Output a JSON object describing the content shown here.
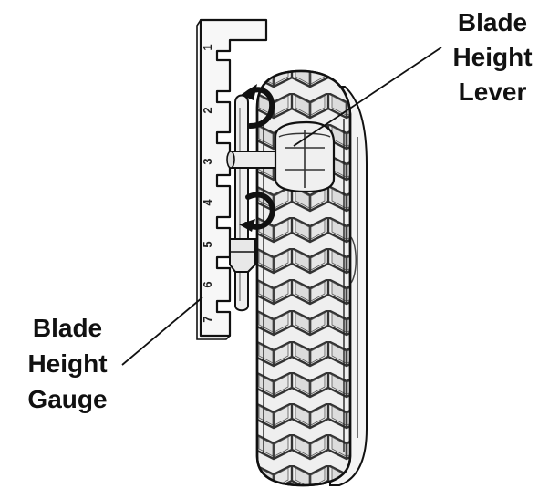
{
  "callouts": {
    "lever": [
      "Blade",
      "Height",
      "Lever"
    ],
    "gauge": [
      "Blade",
      "Height",
      "Gauge"
    ]
  },
  "gauge_numbers": [
    "1",
    "2",
    "3",
    "4",
    "5",
    "6",
    "7"
  ],
  "colors": {
    "ink": "#111111",
    "tire_fill": "#efefef",
    "tread_fill": "#e2e2e2",
    "gauge_fill": "#f7f7f7",
    "lever_fill": "#eeeeee"
  },
  "icons": {
    "upper_arrow": "curved-arrow-clockwise-icon",
    "lower_arrow": "curved-arrow-counterclockwise-icon"
  }
}
